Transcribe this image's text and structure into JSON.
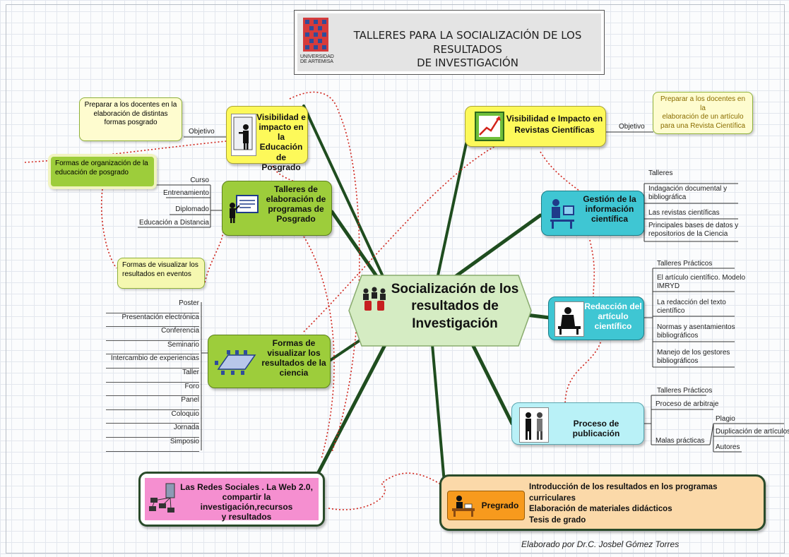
{
  "header": {
    "title_line1": "TALLERES PARA LA SOCIALIZACIÓN DE LOS RESULTADOS",
    "title_line2": "DE INVESTIGACIÓN",
    "logo_text_line1": "UNIVERSIDAD",
    "logo_text_line2": "DE ARTEMISA"
  },
  "center": {
    "line1": "Socialización de los",
    "line2": "resultados de",
    "line3": "Investigación"
  },
  "visibilidad_posgrado": {
    "line1": "Visibilidad e",
    "line2": "impacto en la",
    "line3": "Educación de",
    "line4": "Posgrado",
    "objective_label": "Objetivo",
    "note_line1": "Preparar a los docentes en la",
    "note_line2": "elaboración de distintas",
    "note_line3": "formas posgrado"
  },
  "formas_organizacion": {
    "line1": "Formas de organización de la",
    "line2": "educación de posgrado"
  },
  "talleres_posgrado": {
    "line1": "Talleres de",
    "line2": "elaboración de",
    "line3": "programas de",
    "line4": "Posgrado",
    "items": [
      "Curso",
      "Entrenamiento",
      "Diplomado",
      "Educación a Distancia"
    ]
  },
  "formas_visualizar_eventos": {
    "line1": "Formas de visualizar los",
    "line2": "resultados en eventos"
  },
  "formas_visualizar": {
    "line1": "Formas de",
    "line2": "visualizar los",
    "line3": "resultados de la",
    "line4": "ciencia",
    "items": [
      "Poster",
      "Presentación electrónica",
      "Conferencia",
      "Seminario",
      "Intercambio de experiencias",
      "Taller",
      "Foro",
      "Panel",
      "Coloquio",
      "Jornada",
      "Simposio"
    ]
  },
  "redes_sociales": {
    "line1": "Las Redes Sociales . La Web 2.0,",
    "line2": "compartir la investigación,recursos",
    "line3": "y resultados"
  },
  "visibilidad_revistas": {
    "line1": "Visibilidad e Impacto en",
    "line2": "Revistas Científicas",
    "objective_label": "Objetivo",
    "note_line1": "Preparar a los docentes en la",
    "note_line2": "elaboración de un artículo",
    "note_line3": "para una Revista Científica"
  },
  "gestion": {
    "line1": "Gestión de la",
    "line2": "información",
    "line3": "científica",
    "items": [
      {
        "l1": "Talleres",
        "l2": ""
      },
      {
        "l1": "Indagación documental y",
        "l2": "bibliográfica"
      },
      {
        "l1": "Las revistas científicas",
        "l2": ""
      },
      {
        "l1": "Principales bases de datos y",
        "l2": "repositorios de la Ciencia"
      }
    ]
  },
  "redaccion": {
    "line1": "Redacción del",
    "line2": "artículo",
    "line3": "científico",
    "items": [
      {
        "l1": "Talleres Prácticos",
        "l2": ""
      },
      {
        "l1": "El artículo científico. Modelo",
        "l2": "IMRYD"
      },
      {
        "l1": "La redacción del texto",
        "l2": "científico"
      },
      {
        "l1": "Normas y asentamientos",
        "l2": "bibliográficos"
      },
      {
        "l1": "Manejo de los gestores",
        "l2": "bibliográficos"
      }
    ]
  },
  "publicacion": {
    "label": "Proceso de publicación",
    "items": [
      "Talleres Prácticos",
      "Proceso de arbitraje",
      "Malas prácticas"
    ],
    "malas_items": [
      "Plagio",
      "Duplicación de artículos",
      "Autores"
    ]
  },
  "pregrado": {
    "label": "Pregrado",
    "line1": "Introducción de los resultados en los programas curriculares",
    "line2": "Elaboración de materiales didácticos",
    "line3": "Tesis de grado"
  },
  "footer": {
    "signature": "Elaborado por Dr.C.  Josbel Gómez Torres"
  },
  "colors": {
    "yellow_node": "#fdf95a",
    "green_node": "#9dcd3b",
    "cyan_node": "#3fc6d3",
    "light_cyan_node": "#b9f1f7",
    "pink_node": "#f58fd0",
    "peach_node": "#fbd9a9",
    "center_node": "#d5ecc3",
    "connector": "#1f4d1f",
    "dotted_link": "#d0241b"
  }
}
